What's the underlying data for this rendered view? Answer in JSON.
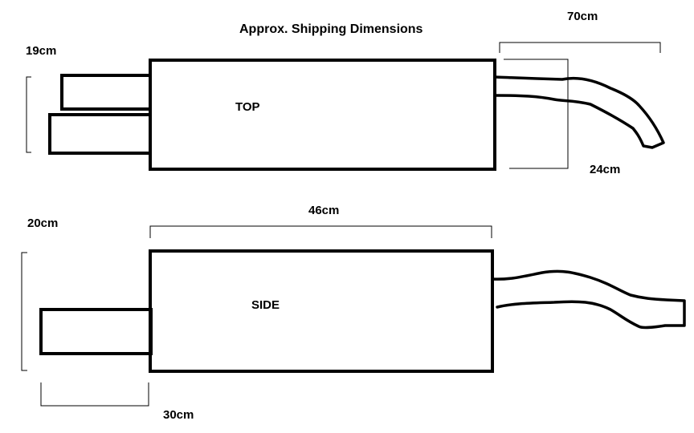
{
  "title": "Approx. Shipping Dimensions",
  "views": {
    "top": {
      "label": "TOP",
      "dim_height": "19cm",
      "dim_total_length": "70cm",
      "dim_pipe_width": "24cm"
    },
    "side": {
      "label": "SIDE",
      "dim_height": "20cm",
      "dim_body_length": "46cm",
      "dim_inlet_length": "30cm"
    }
  },
  "colors": {
    "line": "#000000",
    "background": "#ffffff"
  }
}
